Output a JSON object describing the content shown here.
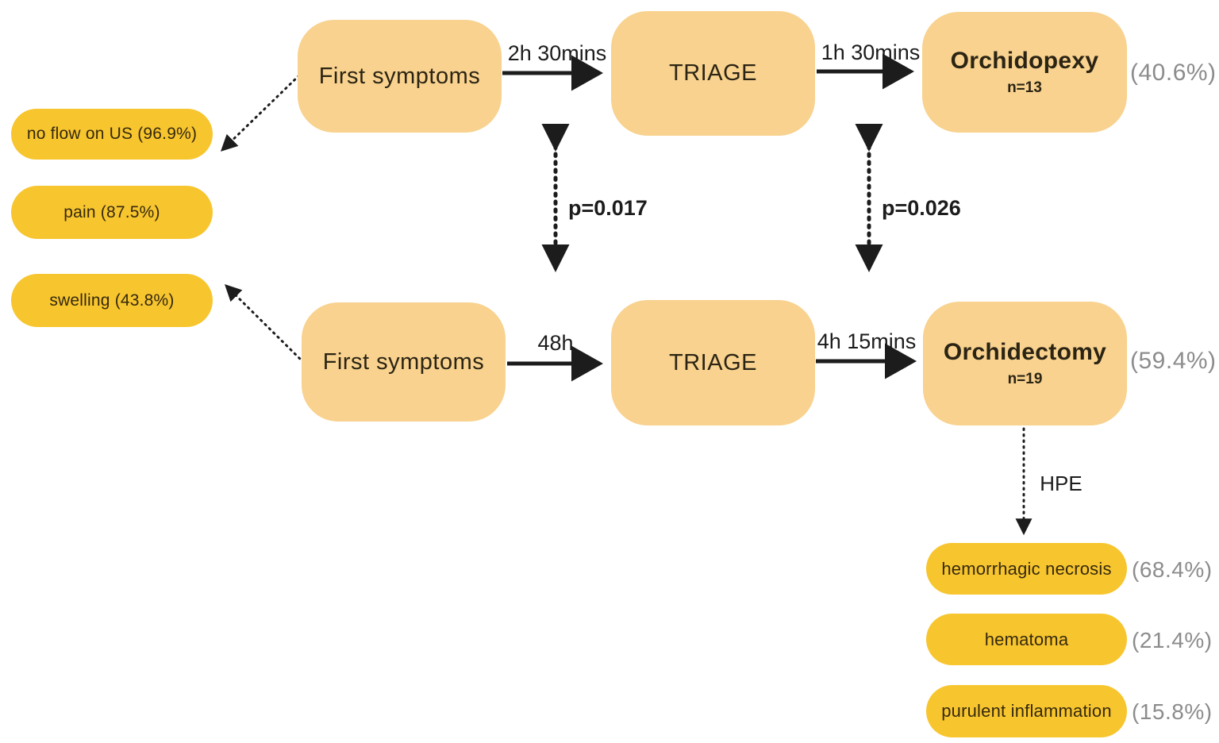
{
  "diagram": {
    "description": "Testicular torsion management pathway flow diagram",
    "colors": {
      "box_fill": "#F8D28E",
      "pill_fill": "#F7C52E",
      "text_dark": "#2B2414",
      "percent_gray": "#8C8C8C",
      "arrow_black": "#1C1C1C",
      "background": "#FFFFFF"
    }
  },
  "flow": {
    "top": {
      "first_symptoms": "First symptoms",
      "time_to_triage": "2h 30mins",
      "triage": "TRIAGE",
      "time_to_surgery": "1h 30mins",
      "outcome": "Orchidopexy",
      "n": "n=13",
      "percent": "(40.6%)"
    },
    "bottom": {
      "first_symptoms": "First symptoms",
      "time_to_triage": "48h",
      "triage": "TRIAGE",
      "time_to_surgery": "4h 15mins",
      "outcome": "Orchidectomy",
      "n": "n=19",
      "percent": "(59.4%)"
    }
  },
  "stats": {
    "p_time_to_triage": "p=0.017",
    "p_time_to_surgery": "p=0.026"
  },
  "symptoms": [
    {
      "label": "no flow on US (96.9%)"
    },
    {
      "label": "pain (87.5%)"
    },
    {
      "label": "swelling (43.8%)"
    }
  ],
  "hpe": {
    "label": "HPE",
    "findings": [
      {
        "label": "hemorrhagic necrosis",
        "percent": "(68.4%)"
      },
      {
        "label": "hematoma",
        "percent": "(21.4%)"
      },
      {
        "label": "purulent inflammation",
        "percent": "(15.8%)"
      }
    ]
  }
}
